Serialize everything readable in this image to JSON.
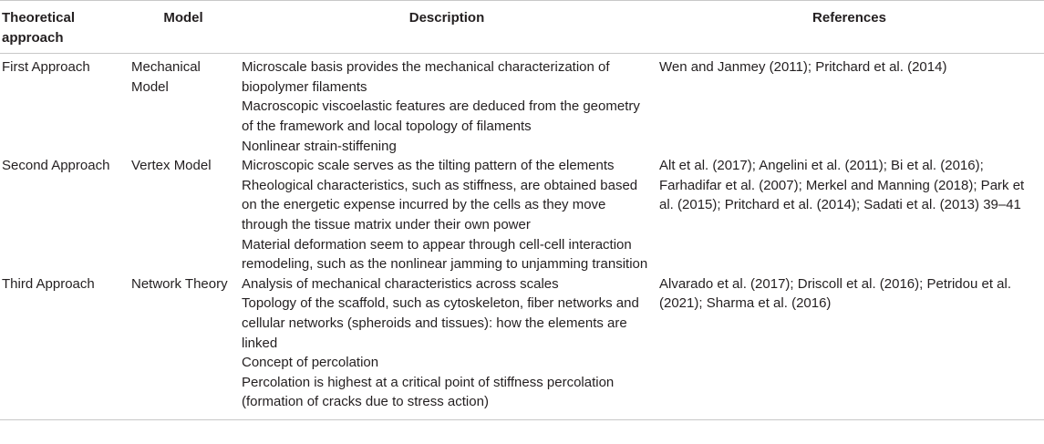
{
  "table": {
    "headers": [
      "Theoretical approach",
      "Model",
      "Description",
      "References"
    ],
    "rows": [
      {
        "approach": "First Approach",
        "model": "Mechanical Model",
        "description": [
          "Microscale basis provides the mechanical characterization of biopolymer filaments",
          "Macroscopic viscoelastic features are deduced from the geometry of the framework and local topology of filaments",
          "Nonlinear strain-stiffening"
        ],
        "references": "Wen and Janmey (2011); Pritchard et al. (2014)"
      },
      {
        "approach": "Second Approach",
        "model": "Vertex Model",
        "description": [
          "Microscopic scale serves as the tilting pattern of the elements",
          "Rheological characteristics, such as stiffness, are obtained based on the energetic expense incurred by the cells as they move through the tissue matrix under their own power",
          "Material deformation seem to appear through cell-cell interaction remodeling, such as the nonlinear jamming to unjamming transition"
        ],
        "references": "Alt et al. (2017); Angelini et al. (2011); Bi et al. (2016); Farhadifar et al. (2007); Merkel and Manning (2018); Park et al. (2015); Pritchard et al. (2014); Sadati et al. (2013) 39–41"
      },
      {
        "approach": "Third Approach",
        "model": "Network Theory",
        "description": [
          "Analysis of mechanical characteristics across scales",
          "Topology of the scaffold, such as cytoskeleton, fiber networks and cellular networks (spheroids and tissues): how the elements are linked",
          "Concept of percolation",
          "Percolation is highest at a critical point of stiffness percolation (formation of cracks due to stress action)"
        ],
        "references": "Alvarado et al. (2017); Driscoll et al. (2016); Petridou et al. (2021); Sharma et al. (2016)"
      }
    ]
  }
}
